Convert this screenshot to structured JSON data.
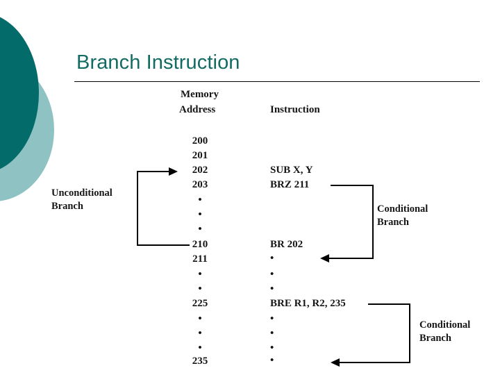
{
  "slide": {
    "title": "Branch Instruction"
  },
  "diagram": {
    "headers": {
      "memory": "Memory",
      "address": "Address",
      "instruction": "Instruction"
    },
    "rows": [
      {
        "address": "200",
        "instruction": ""
      },
      {
        "address": "201",
        "instruction": ""
      },
      {
        "address": "202",
        "instruction": "SUB X, Y"
      },
      {
        "address": "203",
        "instruction": "BRZ 211"
      },
      {
        "address": "•",
        "instruction": ""
      },
      {
        "address": "•",
        "instruction": ""
      },
      {
        "address": "•",
        "instruction": ""
      },
      {
        "address": "210",
        "instruction": "BR 202"
      },
      {
        "address": "211",
        "instruction": "•"
      },
      {
        "address": "•",
        "instruction": "•"
      },
      {
        "address": "•",
        "instruction": "•"
      },
      {
        "address": "225",
        "instruction": "BRE R1, R2, 235"
      },
      {
        "address": "•",
        "instruction": "•"
      },
      {
        "address": "•",
        "instruction": "•"
      },
      {
        "address": "•",
        "instruction": "•"
      },
      {
        "address": "235",
        "instruction": "•"
      }
    ],
    "labels": {
      "unconditional": "Unconditional\nBranch",
      "unconditional_line1": "Unconditional",
      "unconditional_line2": "Branch",
      "conditional_1_line1": "Conditional",
      "conditional_1_line2": "Branch",
      "conditional_2_line1": "Conditional",
      "conditional_2_line2": "Branch"
    }
  },
  "colors": {
    "title": "#136B63",
    "circle_dark": "#046B6B",
    "circle_light": "#8FC2C2",
    "ink": "#151515"
  }
}
